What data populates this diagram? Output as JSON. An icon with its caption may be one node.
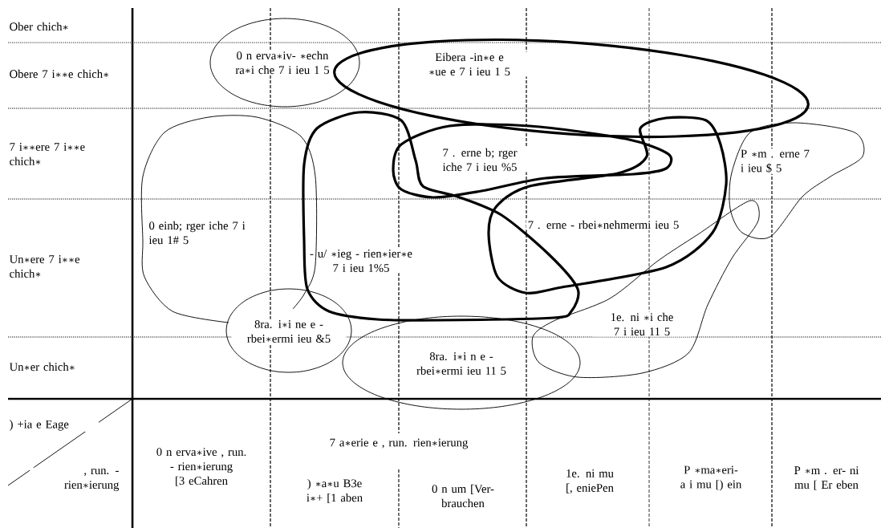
{
  "diagram": {
    "nodes": [
      {
        "text": [
          "0 n erva∗iv- ∗echn ra∗i che 7 i ieu 1 5"
        ]
      },
      {
        "text": [
          "Eibera -in∗e e ∗ue e 7 i ieu 1 5"
        ]
      },
      {
        "text": [
          "0 einb; rger iche 7 i ieu 1# 5"
        ]
      },
      {
        "text": [
          "- u/ ∗ieg - rien∗ier∗e 7 i ieu 1%5"
        ]
      },
      {
        "text": [
          "7 . erne b; rger iche 7 i ieu %5"
        ]
      },
      {
        "text": [
          "7 . erne - rbei∗nehmermi ieu 5"
        ]
      },
      {
        "text": [
          "P ∗m . erne 7 i ieu $ 5"
        ]
      },
      {
        "text": [
          "8ra. i∗i ne e - rbei∗ermi ieu &5"
        ]
      },
      {
        "text": [
          "8ra. i∗i n e - rbei∗ermi ieu 11 5"
        ]
      },
      {
        "text": [
          "1e. ni ∗i che 7 i ieu 11 5"
        ]
      }
    ],
    "labels": [
      "Ober chich∗",
      "Obere 7 i∗∗e chich∗",
      "7 i∗∗ere 7 i∗∗e chich∗",
      "Un∗ere 7 i∗∗e chich∗",
      "Un∗er chich∗",
      ") +ia e Eage",
      ", run. - rien∗ierung",
      "0 n erva∗ive , run. - rien∗ierung [3 eCahren",
      "7 a∗erie e , run. rien∗ierung",
      ") ∗a∗u B3e i∗+ [1 aben",
      "0 n um [Ver- brauchen",
      "1e. ni mu [, eniePen",
      "P ∗ma∗eri- a i mu [) ein",
      "P ∗m . er- ni mu [ Er eben"
    ]
  }
}
